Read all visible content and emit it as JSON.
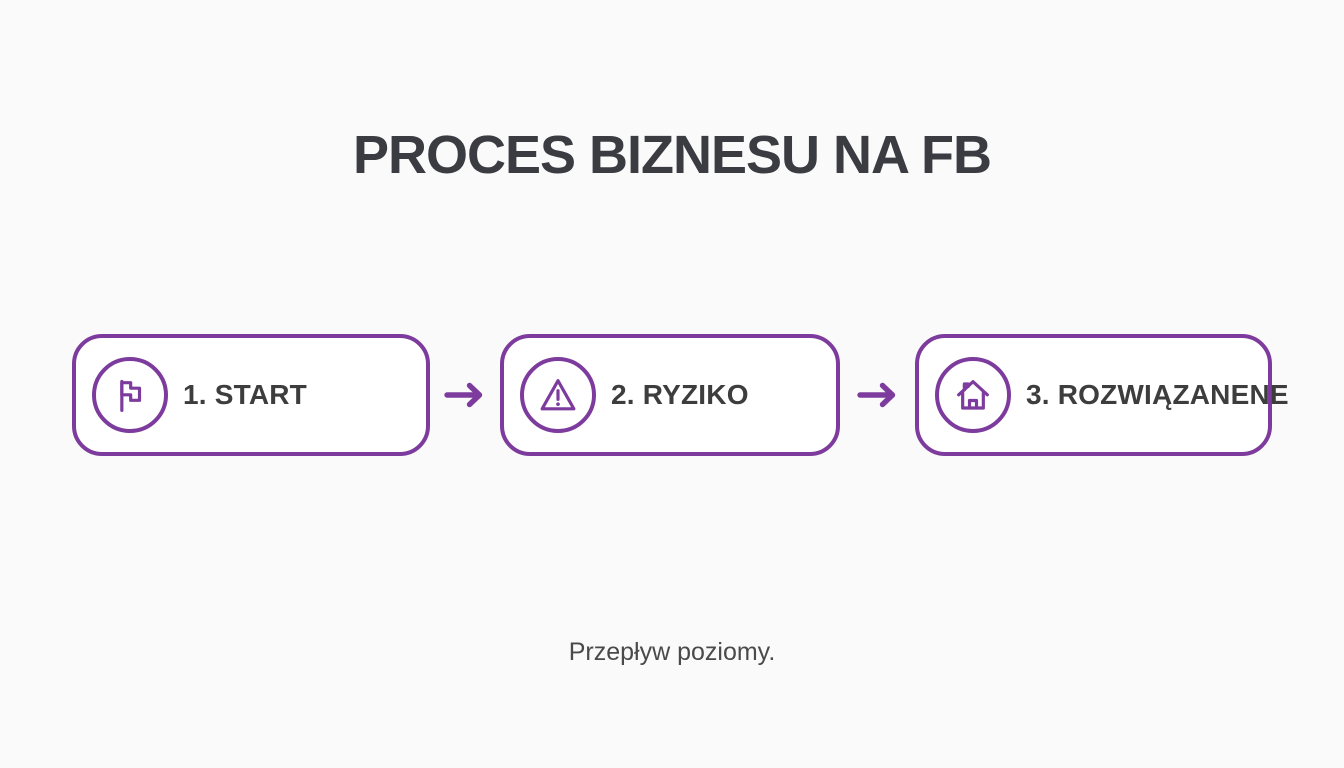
{
  "page": {
    "colors": {
      "accent": "#7d3c9d",
      "bg": "#fafafa",
      "box_fill": "#ffffff",
      "title_color": "#3b3b42",
      "label_color": "#3d3d3d",
      "caption_color": "#4a4a4a"
    }
  },
  "title": "PROCES BIZNESU NA FB",
  "flow": {
    "steps": [
      {
        "label": "1. START",
        "icon": "flag-icon"
      },
      {
        "label": "2. RYZIKO",
        "icon": "warning-icon"
      },
      {
        "label": "3. ROZWIĄZANENE",
        "icon": "home-icon"
      }
    ],
    "connector": "arrow-right-icon"
  },
  "caption": "Przepływ poziomy."
}
